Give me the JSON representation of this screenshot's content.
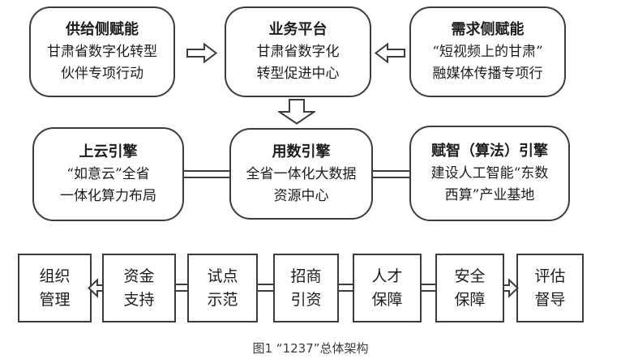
{
  "colors": {
    "background": "#ffffff",
    "stroke": "#3c3c3c",
    "text": "#1c1c1c",
    "caption": "#3a3a3a"
  },
  "top_row": [
    {
      "title": "供给侧赋能",
      "line1": "甘肃省数字化转型",
      "line2": "伙伴专项行动"
    },
    {
      "title": "业务平台",
      "line1": "甘肃省数字化",
      "line2": "转型促进中心"
    },
    {
      "title": "需求侧赋能",
      "line1": "“短视频上的甘肃”",
      "line2": "融媒体传播专项行"
    }
  ],
  "middle_row": [
    {
      "title": "上云引擎",
      "line1": "“如意云”全省",
      "line2": "一体化算力布局"
    },
    {
      "title": "用数引擎",
      "line1": "全省一体化大数据",
      "line2": "资源中心"
    },
    {
      "title": "赋智（算法）引擎",
      "line1": "建设人工智能“东数",
      "line2": "西算”产业基地"
    }
  ],
  "bottom_row": [
    {
      "line1": "组织",
      "line2": "管理"
    },
    {
      "line1": "资金",
      "line2": "支持"
    },
    {
      "line1": "试点",
      "line2": "示范"
    },
    {
      "line1": "招商",
      "line2": "引资"
    },
    {
      "line1": "人才",
      "line2": "保障"
    },
    {
      "line1": "安全",
      "line2": "保障"
    },
    {
      "line1": "评估",
      "line2": "督导"
    }
  ],
  "icons": {
    "arrow_right_block": "hollow right block arrow",
    "arrow_left_block": "hollow left block arrow",
    "arrow_down_block": "hollow down block arrow",
    "double_line_connector": "double horizontal line bar"
  },
  "caption": "图1 “1237”总体架构"
}
